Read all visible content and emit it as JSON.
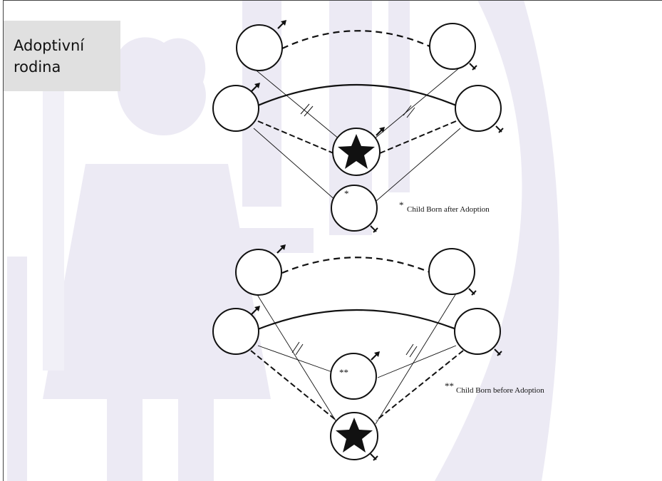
{
  "slide": {
    "title": "Adoptivní rodina",
    "notes": {
      "after": "Child Born after Adoption",
      "before": "Child Born before Adoption"
    },
    "markers": {
      "after": "*",
      "before": "**"
    }
  },
  "colors": {
    "background": "#ffffff",
    "title_box": "#e0e0e0",
    "watermark": "#e9e8f3",
    "lines": "#111111"
  },
  "icons": [
    "male-symbol",
    "female-symbol",
    "star-icon",
    "double-slash-icon"
  ]
}
